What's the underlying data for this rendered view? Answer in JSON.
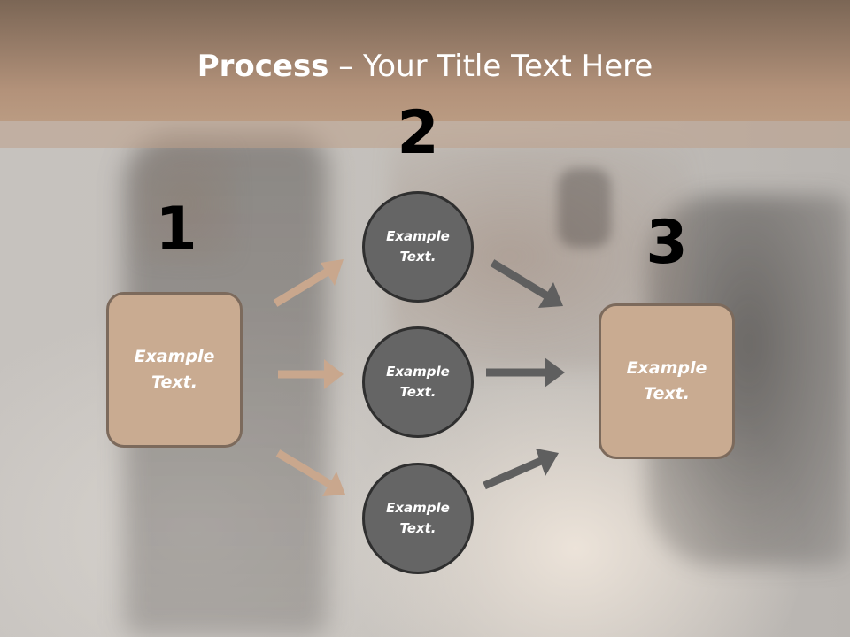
{
  "title": {
    "bold_part": "Process",
    "rest_part": " – Your Title Text Here"
  },
  "steps": [
    {
      "number": "1",
      "text": "Example Text."
    },
    {
      "number": "2",
      "text": "Example Text."
    },
    {
      "number": "3",
      "text": "Example Text."
    }
  ],
  "circles": [
    {
      "text": "Example Text."
    },
    {
      "text": "Example Text."
    },
    {
      "text": "Example Text."
    }
  ],
  "colors": {
    "title_band": "#b3927a",
    "box_fill": "#c9ab91",
    "box_border": "#7c6a5c",
    "circle_fill": "#656565",
    "circle_border": "#2f2f2f",
    "arrow_left": "#c9a78d",
    "arrow_right": "#5f5f5f"
  }
}
